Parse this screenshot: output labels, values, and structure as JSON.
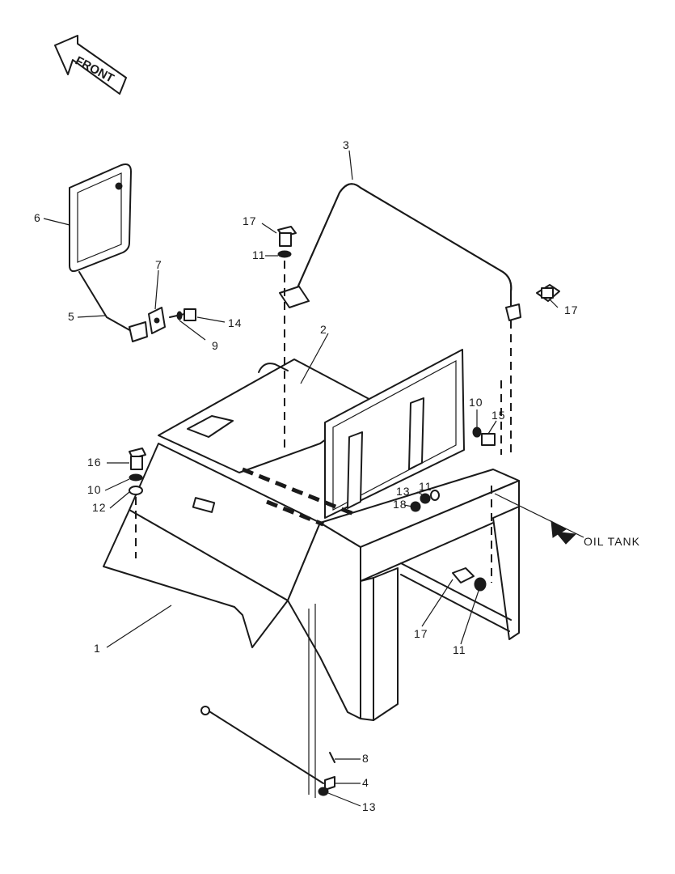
{
  "direction_labels": {
    "front": "FRONT",
    "oil_tank": "OIL TANK"
  },
  "callouts": {
    "c1": "1",
    "c2": "2",
    "c3": "3",
    "c4": "4",
    "c5": "5",
    "c6": "6",
    "c7": "7",
    "c8": "8",
    "c9": "9",
    "c10a": "10",
    "c10b": "10",
    "c11a": "11",
    "c11b": "11",
    "c11c": "11",
    "c12": "12",
    "c13a": "13",
    "c13b": "13",
    "c14": "14",
    "c15": "15",
    "c16": "16",
    "c17a": "17",
    "c17b": "17",
    "c17c": "17",
    "c18": "18"
  },
  "colors": {
    "ink": "#1a1a1a",
    "paper": "#ffffff"
  }
}
